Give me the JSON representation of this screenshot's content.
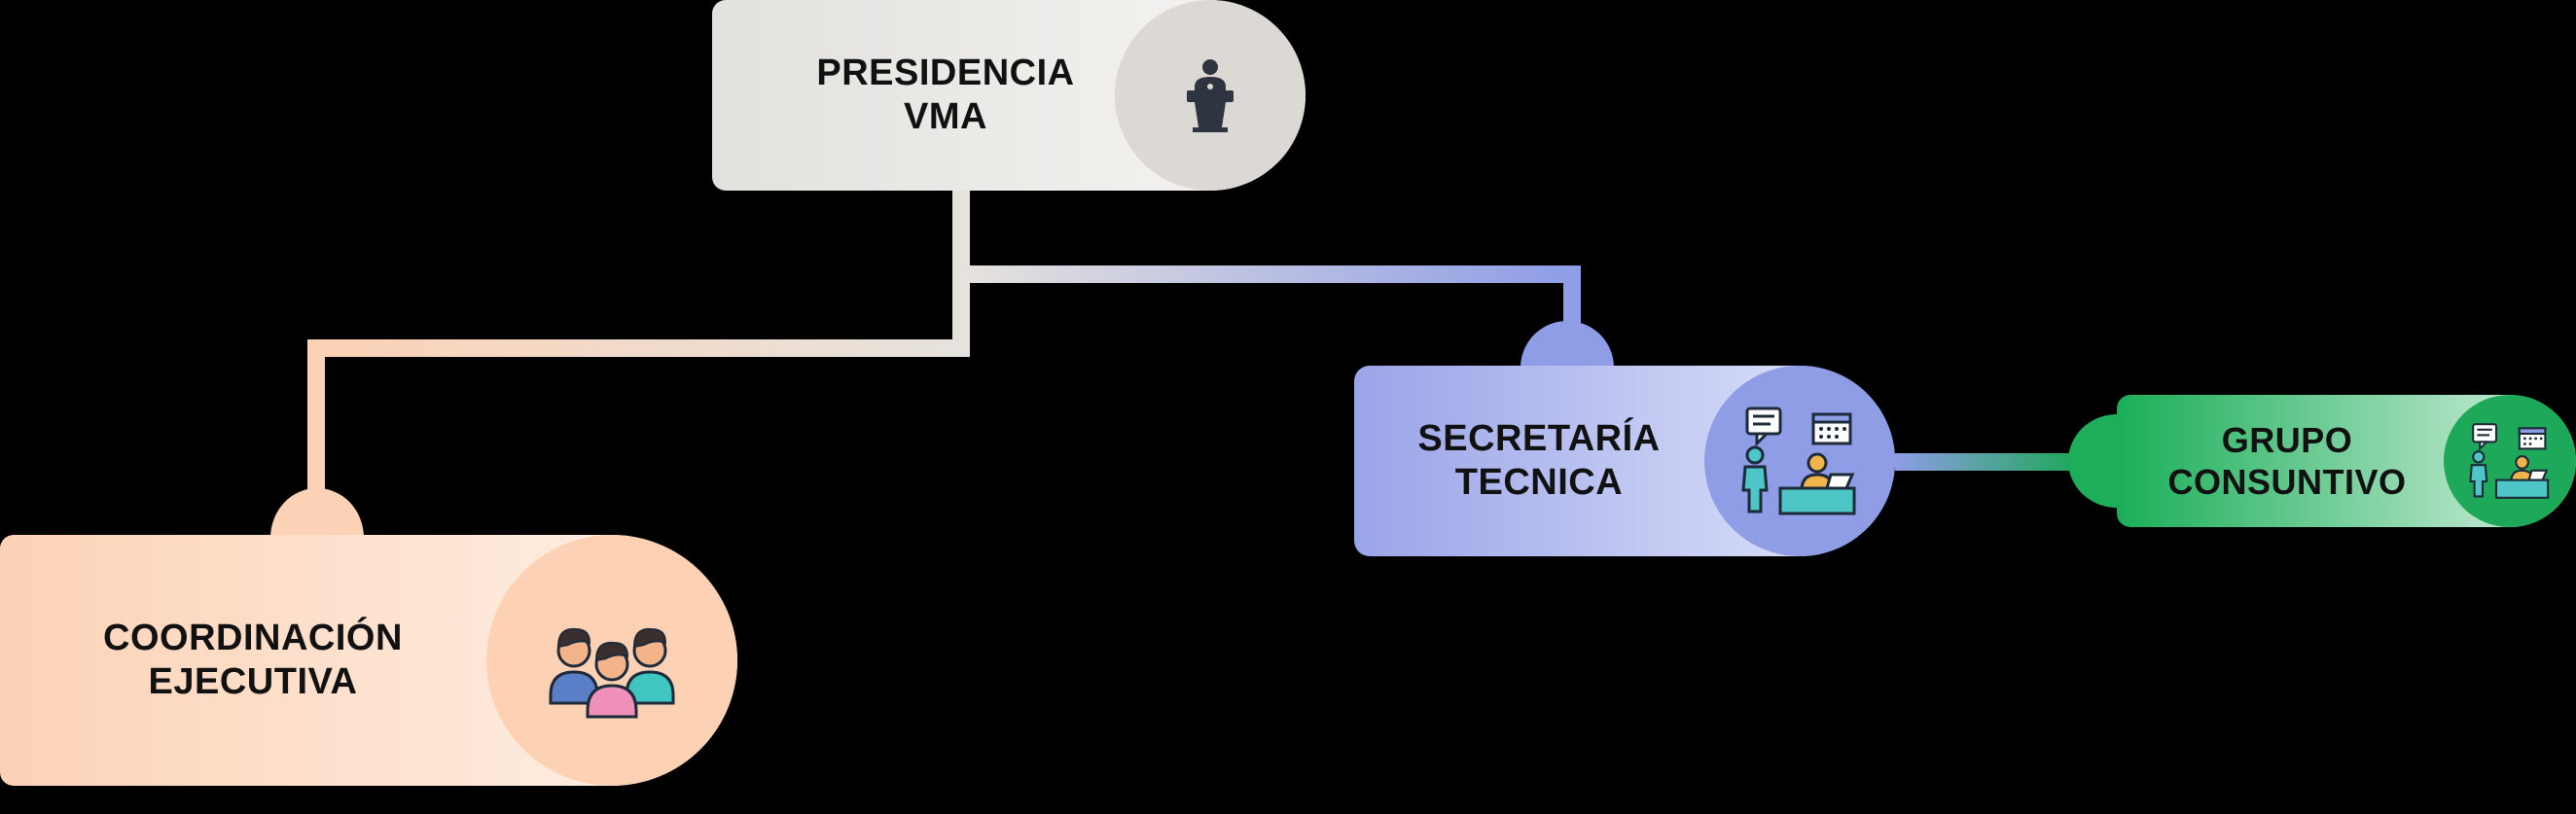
{
  "nodes": {
    "presidencia": {
      "line1": "PRESIDENCIA",
      "line2": "VMA",
      "icon": "podium-speaker-icon"
    },
    "secretaria": {
      "line1": "SECRETARÍA",
      "line2": "TECNICA",
      "icon": "office-meeting-icon"
    },
    "grupo": {
      "line1": "GRUPO",
      "line2": "CONSUNTIVO",
      "icon": "office-meeting-icon"
    },
    "coordinacion": {
      "line1": "COORDINACIÓN",
      "line2": "EJECUTIVA",
      "icon": "team-people-icon"
    }
  },
  "edges": [
    {
      "from": "presidencia",
      "to": "coordinacion"
    },
    {
      "from": "presidencia",
      "to": "secretaria"
    },
    {
      "from": "secretaria",
      "to": "grupo"
    }
  ],
  "colors": {
    "background": "#000000",
    "presidencia": "#e3e1de",
    "secretaria": "#9aa4e8",
    "grupo": "#1aae58",
    "coordinacion": "#fcd2b6"
  }
}
